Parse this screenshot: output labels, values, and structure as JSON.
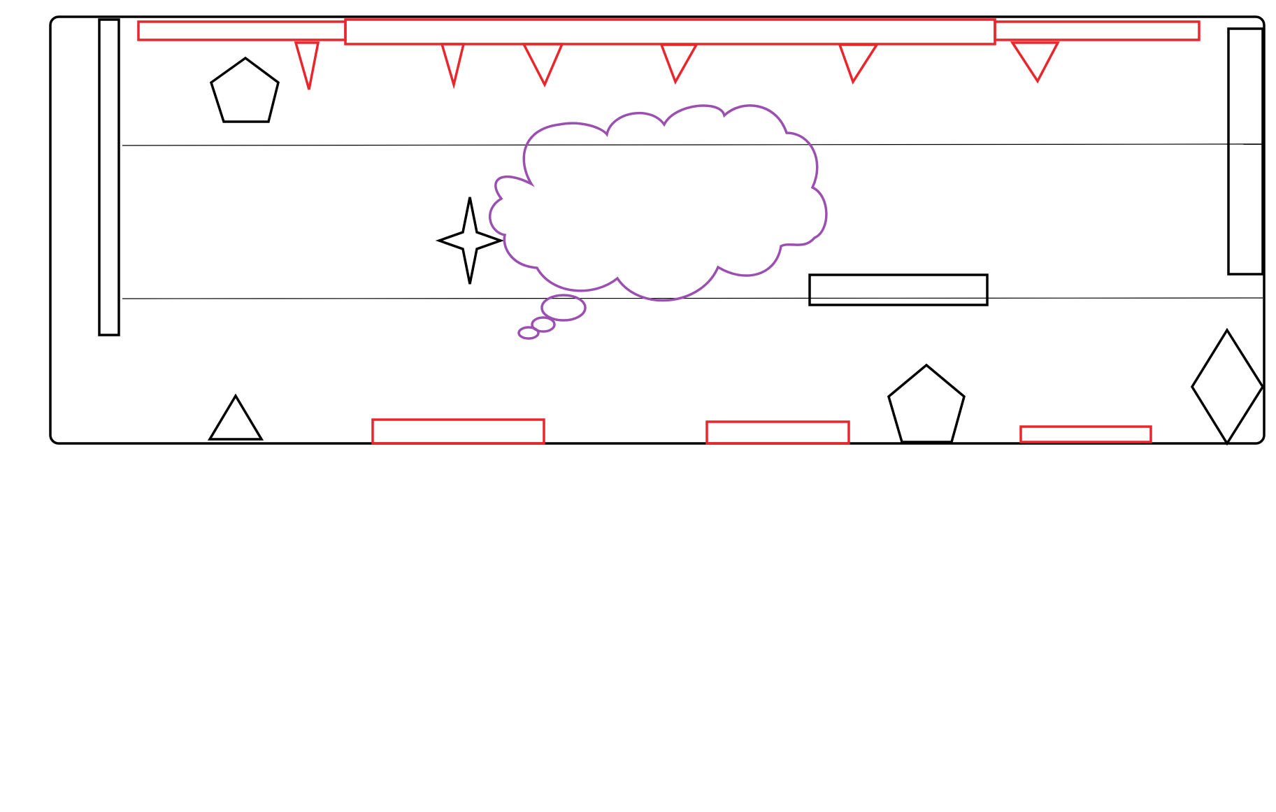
{
  "colors": {
    "background": "#ffffff",
    "outline": "#000000",
    "hazard": "#e8262b",
    "cloud": "#9b4fb0",
    "lane_line": "#000000"
  },
  "elements": {
    "frame": "rounded-rectangle",
    "left_pillar": "rectangle",
    "right_pillar": "rectangle",
    "mid_platform": "rectangle",
    "ceiling_bars": "rectangle",
    "ceiling_spikes": "triangle",
    "floor_pads": "rectangle",
    "pentagons": "pentagon",
    "floor_triangle": "triangle",
    "diamond": "diamond",
    "star": "four-point-star-icon",
    "thought_cloud": "cloud-icon",
    "lane_lines": "line"
  }
}
